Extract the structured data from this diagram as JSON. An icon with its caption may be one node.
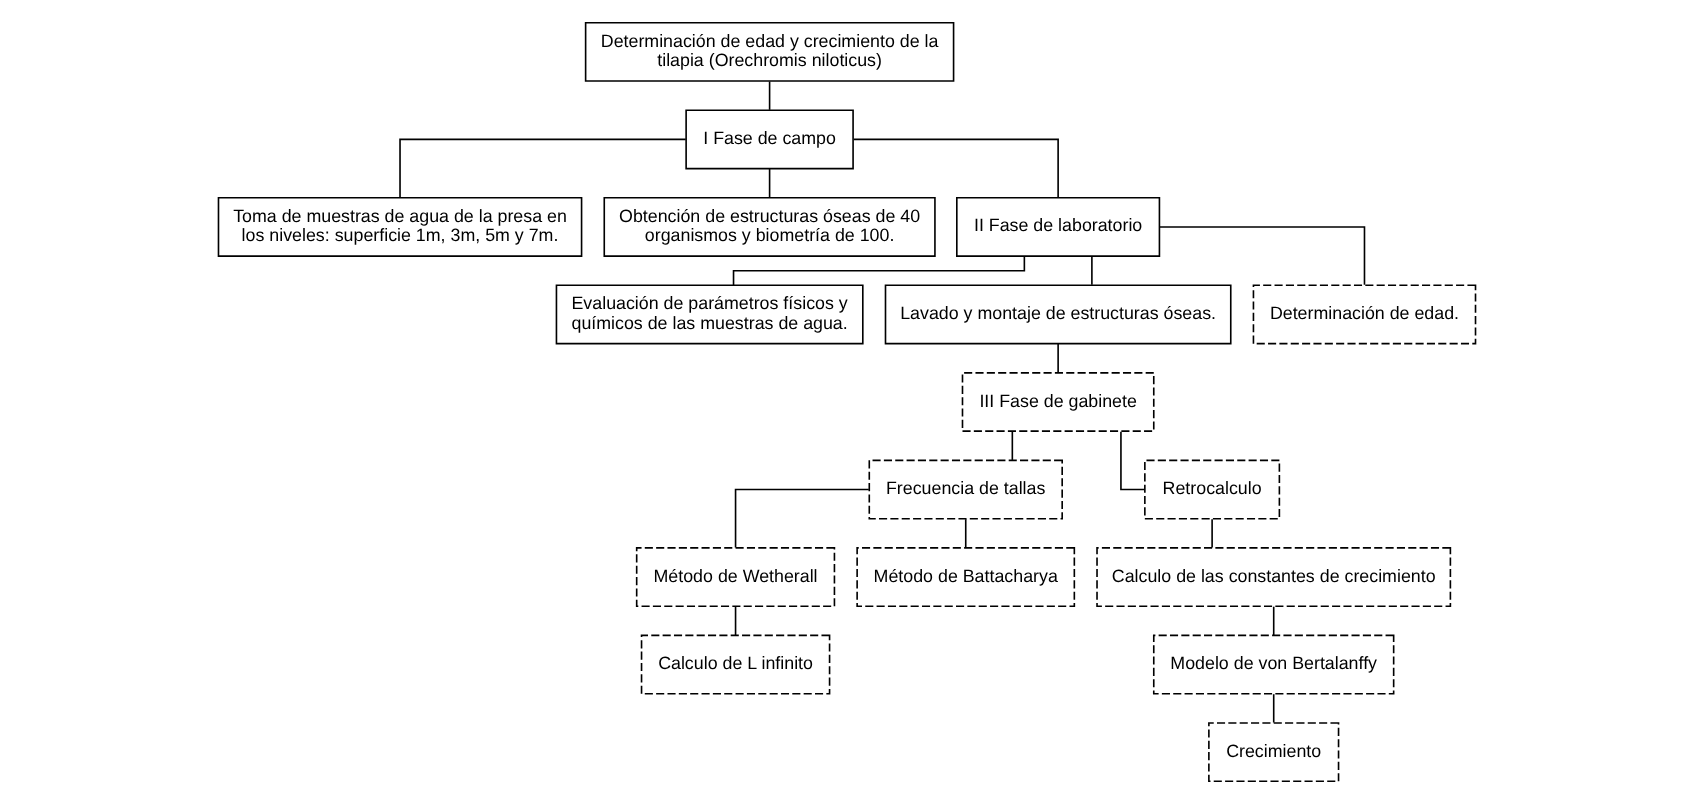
{
  "diagram": {
    "nodes": [
      {
        "text": [
          "Determinación de edad y crecimiento de la tilapia (Orechromis niloticus)"
        ]
      },
      {
        "text": [
          "I Fase de campo"
        ]
      },
      {
        "text": [
          "Toma de muestras de agua de la presa en los niveles: superficie 1m, 3m, 5m y 7m."
        ]
      },
      {
        "text": [
          "Obtención de estructuras óseas de 40 organismos y biometría de 100."
        ]
      },
      {
        "text": [
          "II Fase de laboratorio"
        ]
      },
      {
        "text": [
          "Evaluación de parámetros físicos y químicos de las muestras de agua."
        ]
      },
      {
        "text": [
          "Lavado y montaje de estructuras óseas."
        ]
      },
      {
        "text": [
          "Determinación de edad."
        ]
      },
      {
        "text": [
          "III Fase de gabinete"
        ]
      },
      {
        "text": [
          "Frecuencia de tallas"
        ]
      },
      {
        "text": [
          "Retrocalculo"
        ]
      },
      {
        "text": [
          "Método de Wetherall"
        ]
      },
      {
        "text": [
          "Método de Battacharya"
        ]
      },
      {
        "text": [
          "Calculo de L infinito"
        ]
      },
      {
        "text": [
          "Calculo de las constantes de crecimiento"
        ]
      },
      {
        "text": [
          "Modelo de von Bertalanffy"
        ]
      },
      {
        "text": [
          "Crecimiento"
        ]
      }
    ],
    "edges": [
      {
        "from": 0,
        "to": 1,
        "arrow": "none"
      },
      {
        "from": 1,
        "to": 2,
        "arrow": "none"
      },
      {
        "from": 1,
        "to": 3,
        "arrow": "none"
      },
      {
        "from": 1,
        "to": 4,
        "arrow": "none"
      },
      {
        "from": 4,
        "to": 5,
        "arrow": "none"
      },
      {
        "from": 4,
        "to": 6,
        "arrow": "none"
      },
      {
        "from": 4,
        "to": 7,
        "arrow": "none"
      },
      {
        "from": 6,
        "to": 8,
        "arrow": "none"
      },
      {
        "from": 8,
        "to": 9,
        "arrow": "none"
      },
      {
        "from": 8,
        "to": 10,
        "arrow": "none"
      },
      {
        "from": 9,
        "to": 11,
        "arrow": "none"
      },
      {
        "from": 9,
        "to": 12,
        "arrow": "none"
      },
      {
        "from": 11,
        "to": 13,
        "arrow": "none"
      },
      {
        "from": 10,
        "to": 14,
        "arrow": "none"
      },
      {
        "from": 14,
        "to": 15,
        "arrow": "none"
      },
      {
        "from": 15,
        "to": 16,
        "arrow": "none"
      }
    ]
  }
}
